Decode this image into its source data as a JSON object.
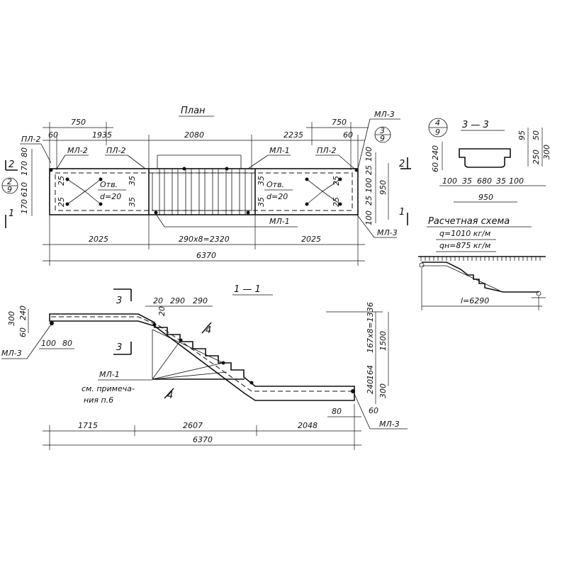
{
  "plan": {
    "title": "План",
    "dims_top": [
      "750",
      "750",
      "60",
      "1935",
      "2080",
      "2235",
      "60"
    ],
    "dims_bottom": [
      "2025",
      "290x8=2320",
      "2025",
      "6370"
    ],
    "labels": {
      "pl2_a": "ПЛ-2",
      "pl2_b": "ПЛ-2",
      "pl2_c": "ПЛ-2",
      "ml2": "МЛ-2",
      "ml1_top": "МЛ-1",
      "ml1_bot": "МЛ-1",
      "ml3_top": "МЛ-3",
      "ml3_bot": "МЛ-3"
    },
    "holes": {
      "label": "Отв.",
      "dia": "d=20"
    },
    "left_dims": [
      "80",
      "170",
      "610",
      "170"
    ],
    "right_dims": [
      "100",
      "25",
      "100",
      "25",
      "950",
      "100"
    ],
    "inner": [
      "25",
      "25",
      "35",
      "35",
      "35",
      "35",
      "25",
      "25"
    ],
    "circle_left": {
      "num": "2",
      "den": "9"
    },
    "circle_right": {
      "num": "3",
      "den": "9"
    },
    "section_marks": [
      "2",
      "1",
      "2",
      "1"
    ]
  },
  "section33": {
    "title": "3 — 3",
    "circle": {
      "num": "4",
      "den": "9"
    },
    "dims": [
      "240",
      "60",
      "95",
      "50",
      "250",
      "300",
      "100",
      "35",
      "680",
      "35",
      "100",
      "950"
    ]
  },
  "scheme": {
    "title": "Расчетная схема",
    "q": "q=1010 кг/м",
    "qn": "qн=875 кг/м",
    "l": "l=6290"
  },
  "section11": {
    "title": "1 — 1",
    "marks": [
      "3",
      "3",
      "4",
      "4"
    ],
    "dims_top": [
      "20",
      "290",
      "290",
      "20"
    ],
    "left_dims": [
      "300",
      "240",
      "60"
    ],
    "left_small": [
      "100",
      "80"
    ],
    "right_dims": [
      "167x8=1336",
      "1500",
      "240",
      "164",
      "300",
      "80",
      "60"
    ],
    "right_small": [
      "80"
    ],
    "ml3_left": "МЛ-3",
    "ml3_right": "МЛ-3",
    "ml1": "МЛ-1",
    "note1": "см. примеча-",
    "note2": "ния п.6",
    "dims_bottom": [
      "1715",
      "2607",
      "2048",
      "6370"
    ]
  }
}
